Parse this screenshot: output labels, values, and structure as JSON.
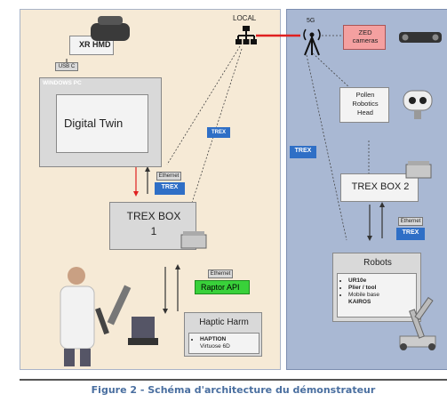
{
  "diagram": {
    "left": {
      "xr_hmd": "XR HMD",
      "usb_c": "USB C",
      "windows_pc": "WINDOWS PC",
      "digital_twin": "Digital Twin",
      "ethernet_1": "Ethernet",
      "trex_tag_1": "TREX",
      "trex_box_1": "TREX BOX\n1",
      "trex_link": "TREX",
      "ethernet_2": "Ethernet",
      "raptor_api": "Raptor API",
      "haptic_harm": "Haptic Harm",
      "haption_title": "HAPTION",
      "haption_sub": "Virtuose 6D"
    },
    "local": "LOCAL",
    "right": {
      "fiveg": "5G",
      "zed": "ZED\ncameras",
      "pollen": "Pollen\nRobotics\nHead",
      "trex_link": "TREX",
      "trex_box_2": "TREX BOX 2",
      "ethernet": "Ethernet",
      "trex_tag": "TREX",
      "robots": "Robots",
      "robots_items": [
        "UR10e",
        "Plier / tool",
        "Mobile base",
        "KAIROS"
      ]
    },
    "caption": "Figure 2 - Schéma d'architecture du démonstrateur",
    "colors": {
      "left_panel": "#f6ead6",
      "right_panel": "#a9b8d3",
      "trex_blue": "#2f6fc6",
      "raptor_green": "#39d13a",
      "zed_red": "#f4a0a0",
      "link_red": "#e02020"
    }
  }
}
